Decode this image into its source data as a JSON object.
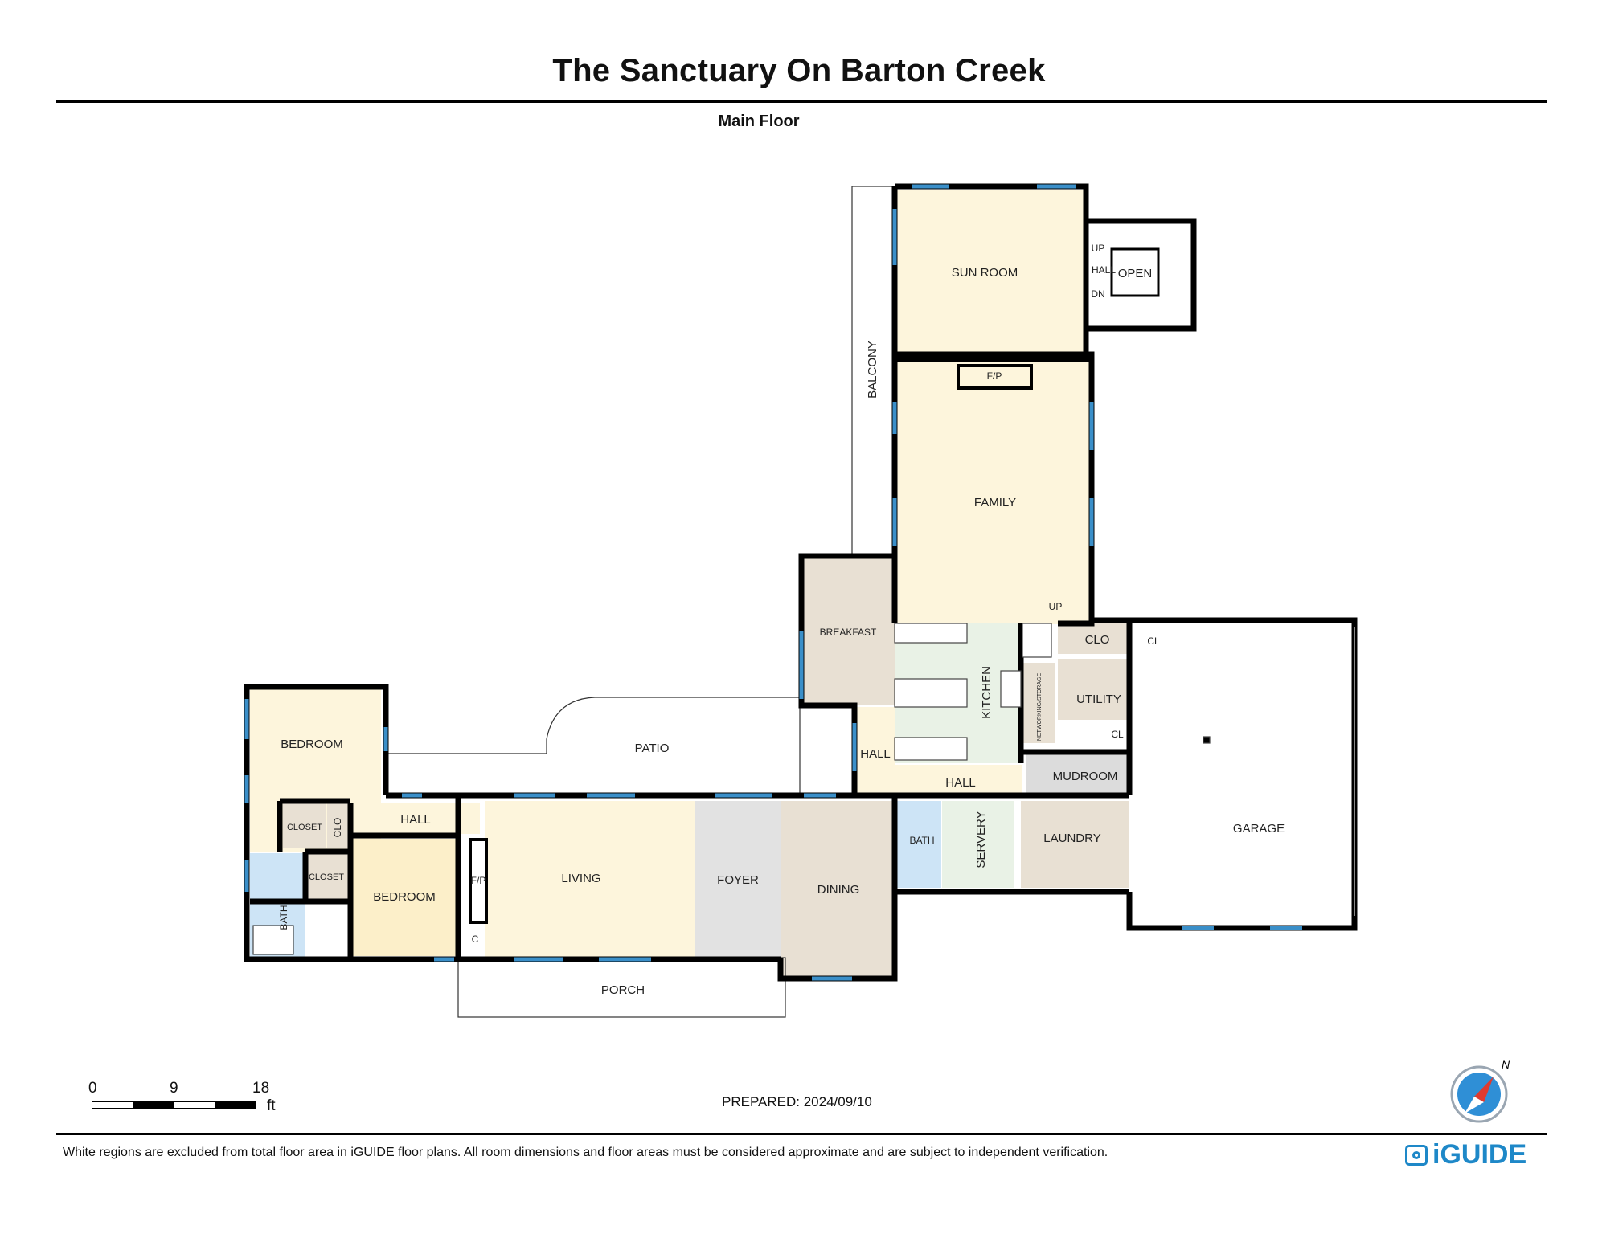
{
  "header": {
    "title": "The Sanctuary On Barton Creek",
    "floor": "Main Floor"
  },
  "rooms": {
    "sun_room": "SUN ROOM",
    "stair_hall": "HALL",
    "open": "OPEN",
    "up": "UP",
    "dn": "DN",
    "balcony": "BALCONY",
    "fp_family": "F/P",
    "family": "FAMILY",
    "breakfast": "BREAKFAST",
    "kitchen": "KITCHEN",
    "stair_up": "UP",
    "clo_top": "CLO",
    "cl_top": "CL",
    "utility": "UTILITY",
    "cl_mid": "CL",
    "networking": "NETWORKING/STORAGE",
    "hall_vertical": "HALL",
    "hall_kitchen": "HALL",
    "mudroom": "MUDROOM",
    "bedroom_left": "BEDROOM",
    "patio": "PATIO",
    "closet_upper": "CLOSET",
    "clo_left": "CLO",
    "hall_left": "HALL",
    "closet_lower": "CLOSET",
    "bath_left": "BATH",
    "bedroom_mid": "BEDROOM",
    "fp_living": "F/P",
    "c_living": "C",
    "living": "LIVING",
    "foyer": "FOYER",
    "dining": "DINING",
    "bath_right": "BATH",
    "servery": "SERVERY",
    "laundry": "LAUNDRY",
    "garage": "GARAGE",
    "porch": "PORCH"
  },
  "scale": {
    "marks": [
      "0",
      "9",
      "18"
    ],
    "unit": "ft"
  },
  "prepared": "PREPARED: 2024/09/10",
  "compass": {
    "label": "N"
  },
  "footer": {
    "disclaimer": "White regions are excluded from total floor area in iGUIDE floor plans. All room dimensions and floor areas must be considered approximate and are subject to independent verification.",
    "brand": "iGUIDE"
  },
  "colors": {
    "wall": "#000000",
    "window": "#3a8fc9",
    "cream": "#fdf5dc",
    "beige_dark": "#e8e0d3",
    "kitchen": "#e9f2e6",
    "bath": "#cde4f6",
    "bedroom_mid": "#fcefc9",
    "foyer": "#e2e2e2",
    "mudroom": "#dcdcdc",
    "brand": "#1e88c8"
  }
}
